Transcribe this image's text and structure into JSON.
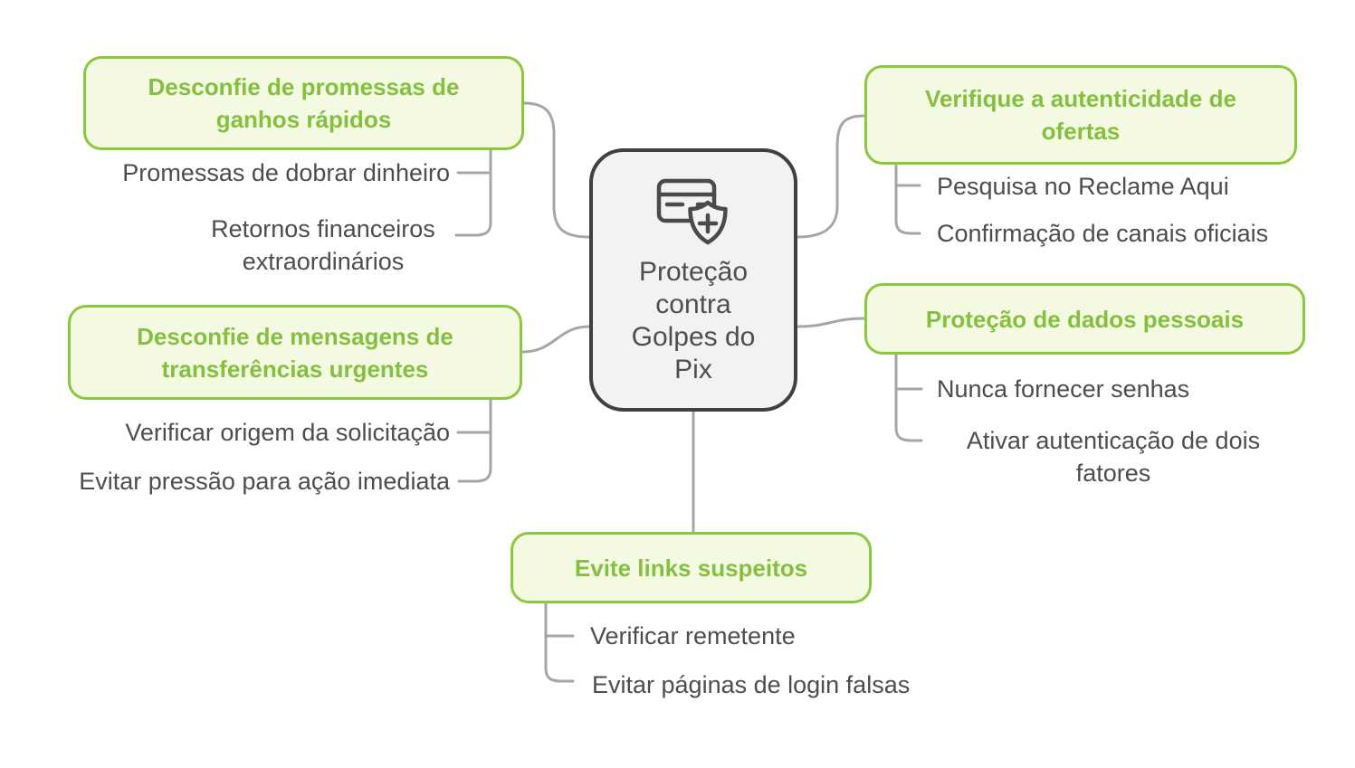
{
  "colors": {
    "branch_border": "#8dc63f",
    "branch_fill": "#f3fae1",
    "branch_title_text": "#84bf3f",
    "center_border": "#404040",
    "center_fill": "#f2f2f2",
    "center_text": "#4e4e4e",
    "child_text": "#4d4d4d",
    "connector": "#a6a6a6",
    "background": "#ffffff"
  },
  "center": {
    "title": "Proteção contra Golpes do Pix",
    "icon": "card-shield-plus-icon"
  },
  "branches": [
    {
      "title": "Desconfie de promessas de ganhos rápidos",
      "children": [
        "Promessas de dobrar dinheiro",
        "Retornos financeiros extraordinários"
      ]
    },
    {
      "title": "Desconfie de mensagens de transferências urgentes",
      "children": [
        "Verificar origem da solicitação",
        "Evitar pressão para ação imediata"
      ]
    },
    {
      "title": "Verifique a autenticidade de ofertas",
      "children": [
        "Pesquisa no Reclame Aqui",
        "Confirmação de canais oficiais"
      ]
    },
    {
      "title": "Proteção de dados pessoais",
      "children": [
        "Nunca fornecer senhas",
        "Ativar autenticação de dois fatores"
      ]
    },
    {
      "title": "Evite links suspeitos",
      "children": [
        "Verificar remetente",
        "Evitar páginas de login falsas"
      ]
    }
  ]
}
